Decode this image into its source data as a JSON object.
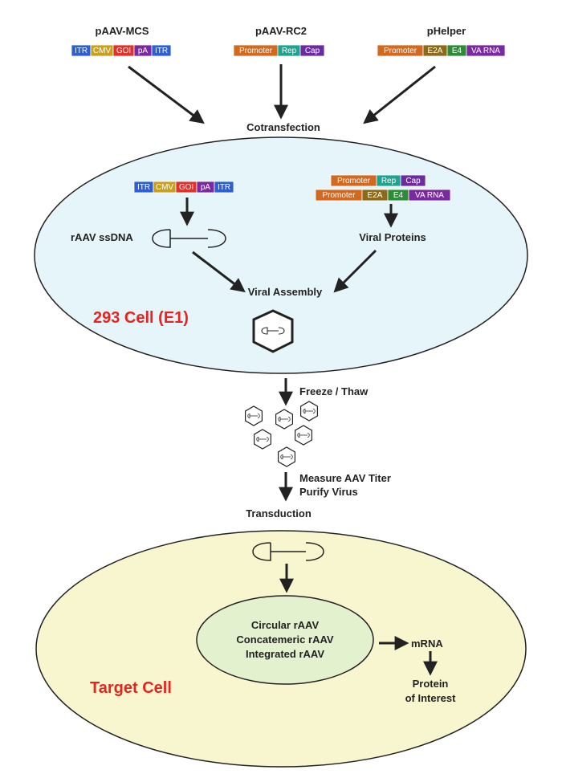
{
  "plasmids": {
    "mcs": {
      "title": "pAAV-MCS",
      "segments": [
        {
          "label": "ITR",
          "color": "#2e5fd0"
        },
        {
          "label": "CMV",
          "color": "#c8a020"
        },
        {
          "label": "GOI",
          "color": "#e0312a"
        },
        {
          "label": "pA",
          "color": "#7a2aa0"
        },
        {
          "label": "ITR",
          "color": "#2e5fd0"
        }
      ]
    },
    "rc2": {
      "title": "pAAV-RC2",
      "segments": [
        {
          "label": "Promoter",
          "color": "#d2691e"
        },
        {
          "label": "Rep",
          "color": "#1fa38f"
        },
        {
          "label": "Cap",
          "color": "#6a2ca0"
        }
      ]
    },
    "helper": {
      "title": "pHelper",
      "segments": [
        {
          "label": "Promoter",
          "color": "#d2691e"
        },
        {
          "label": "E2A",
          "color": "#8b6a1a"
        },
        {
          "label": "E4",
          "color": "#2e8b3a"
        },
        {
          "label": "VA RNA",
          "color": "#7a2aa0"
        }
      ]
    }
  },
  "labels": {
    "cotransfection": "Cotransfection",
    "rAAV_ssDNA": "rAAV ssDNA",
    "viral_proteins": "Viral Proteins",
    "viral_assembly": "Viral Assembly",
    "cell_293": "293 Cell (E1)",
    "freeze_thaw": "Freeze / Thaw",
    "measure_titer": "Measure AAV Titer",
    "purify_virus": "Purify Virus",
    "transduction": "Transduction",
    "circular": "Circular rAAV",
    "concatemeric": "Concatemeric rAAV",
    "integrated": "Integrated rAAV",
    "mrna": "mRNA",
    "protein_line1": "Protein",
    "protein_line2": "of Interest",
    "target_cell": "Target Cell"
  },
  "colors": {
    "cell_293_fill": "#e6f5fa",
    "target_cell_fill": "#f7f6cf",
    "nucleus_fill": "#e4f1cf",
    "arrow": "#222222",
    "highlight_text": "#e8231f"
  }
}
